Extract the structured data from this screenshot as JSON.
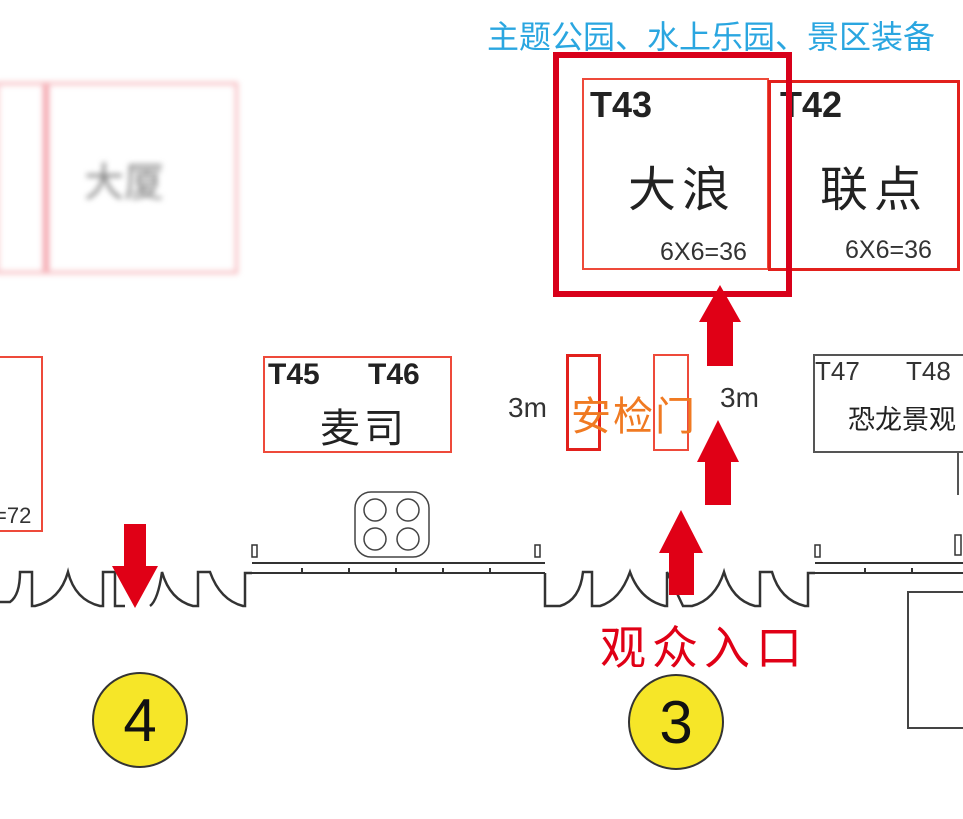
{
  "header": {
    "category_title": "主题公园、水上乐园、景区装备"
  },
  "blurred_booths": {
    "left_label": "大厦"
  },
  "booths": [
    {
      "codes": [
        "T43"
      ],
      "name": "大浪",
      "size": "6X6=36",
      "highlighted": true
    },
    {
      "codes": [
        "T42"
      ],
      "name": "联点",
      "size": "6X6=36"
    },
    {
      "codes": [
        "T45",
        "T46"
      ],
      "name": "麦司"
    },
    {
      "codes": [
        "T47",
        "T48"
      ],
      "name": "恐龙景观"
    },
    {
      "size_partial": "=72"
    }
  ],
  "security": {
    "label": "安检门",
    "left_gap": "3m",
    "right_gap": "3m"
  },
  "entrance": {
    "label": "观众入口"
  },
  "gates": [
    {
      "number": "4"
    },
    {
      "number": "3"
    }
  ],
  "colors": {
    "accent_red": "#e00016",
    "title_blue": "#2aa6e0",
    "security_orange": "#f07a22",
    "gate_yellow": "#f6e628"
  }
}
